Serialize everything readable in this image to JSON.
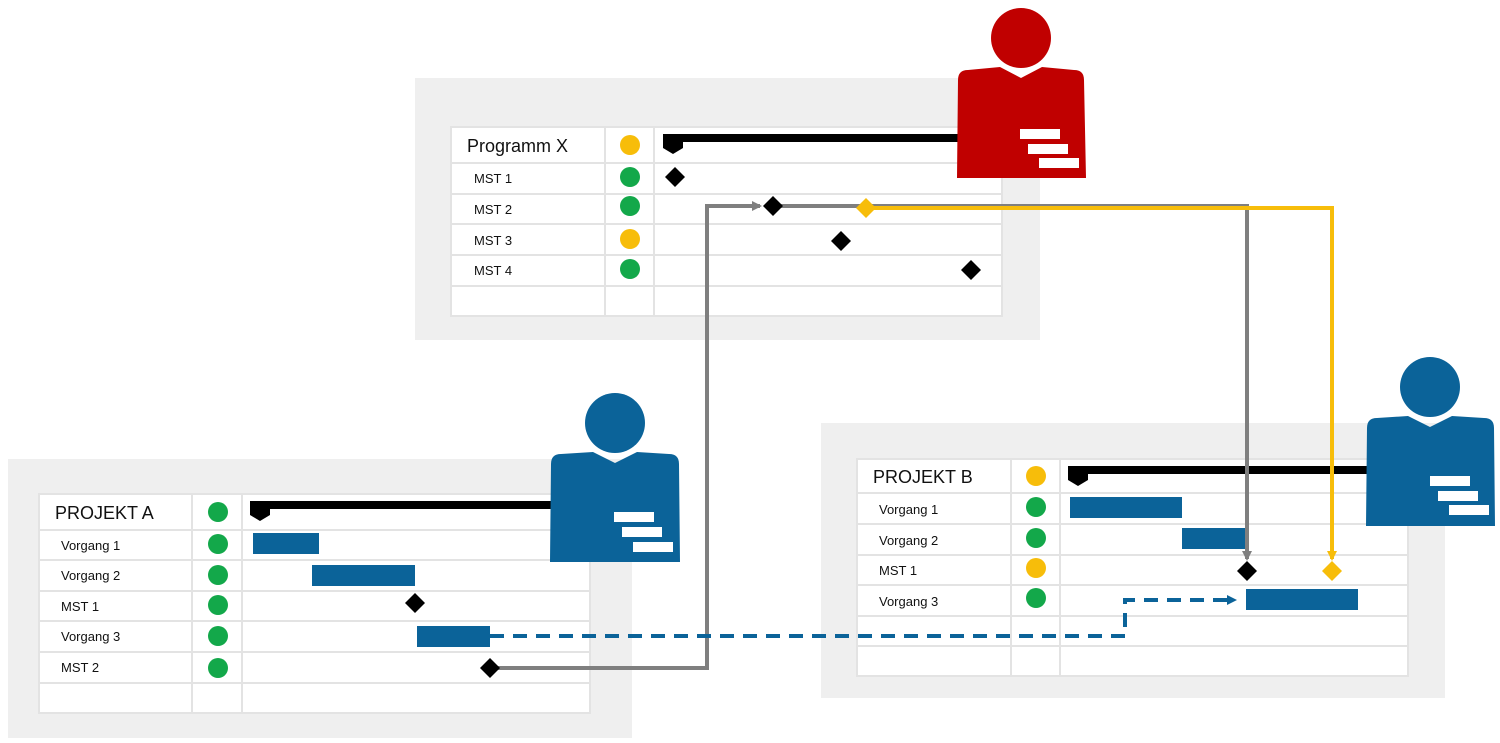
{
  "colors": {
    "panel_bg": "#efefef",
    "grid": "#e3e3e3",
    "green": "#13a84a",
    "amber": "#f7bd0a",
    "blue": "#0b6399",
    "red": "#c00000",
    "black": "#000000",
    "gray": "#7f7f7f"
  },
  "program_x": {
    "title": "Programm X",
    "title_status": "amber",
    "rows": [
      {
        "label": "MST 1",
        "status": "green"
      },
      {
        "label": "MST 2",
        "status": "green"
      },
      {
        "label": "MST 3",
        "status": "amber"
      },
      {
        "label": "MST 4",
        "status": "green"
      }
    ],
    "owner_icon": "person-red-icon"
  },
  "projekt_a": {
    "title": "PROJEKT A",
    "title_status": "green",
    "rows": [
      {
        "label": "Vorgang 1",
        "status": "green"
      },
      {
        "label": "Vorgang 2",
        "status": "green"
      },
      {
        "label": "MST 1",
        "status": "green"
      },
      {
        "label": "Vorgang 3",
        "status": "green"
      },
      {
        "label": "MST 2",
        "status": "green"
      }
    ],
    "owner_icon": "person-blue-icon"
  },
  "projekt_b": {
    "title": "PROJEKT B",
    "title_status": "amber",
    "rows": [
      {
        "label": "Vorgang 1",
        "status": "green"
      },
      {
        "label": "Vorgang 2",
        "status": "green"
      },
      {
        "label": "MST 1",
        "status": "amber"
      },
      {
        "label": "Vorgang 3",
        "status": "green"
      }
    ],
    "owner_icon": "person-blue-icon"
  },
  "dependencies": [
    {
      "from": "PROJEKT A / MST 2",
      "to": "Programm X / MST 2",
      "style": "gray-solid"
    },
    {
      "from": "Programm X / MST 2",
      "to": "PROJEKT B / MST 1",
      "style": "gray-solid"
    },
    {
      "from": "Programm X / MST 2",
      "to": "PROJEKT B / MST 1",
      "style": "amber-solid"
    },
    {
      "from": "PROJEKT A / Vorgang 3",
      "to": "PROJEKT B / Vorgang 3",
      "style": "blue-dashed"
    }
  ]
}
